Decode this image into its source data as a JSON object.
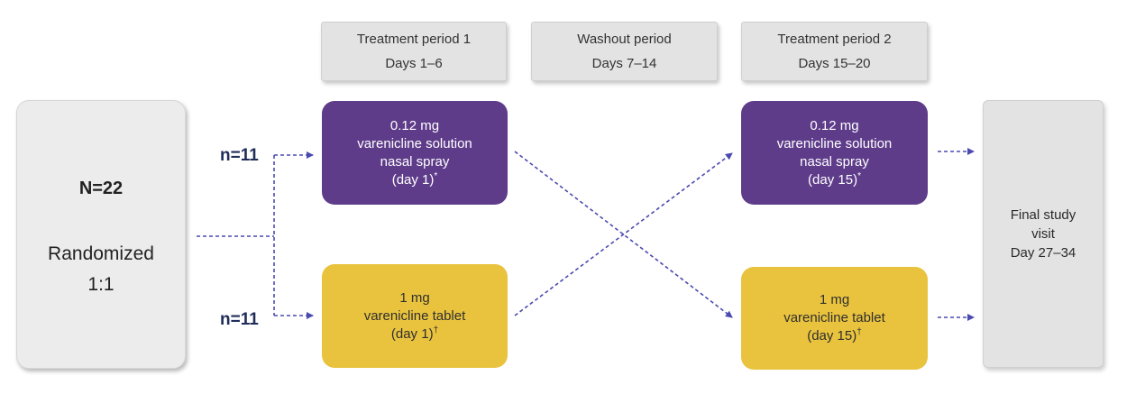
{
  "periods": [
    {
      "title": "Treatment period 1",
      "days": "Days 1–6"
    },
    {
      "title": "Washout period",
      "days": "Days 7–14"
    },
    {
      "title": "Treatment period 2",
      "days": "Days 15–20"
    }
  ],
  "randomization": {
    "total": "N=22",
    "label": "Randomized",
    "ratio": "1:1"
  },
  "groups": {
    "top_n": "n=11",
    "bottom_n": "n=11"
  },
  "treatments": {
    "p1_top": {
      "dose": "0.12 mg",
      "line2": "varenicline solution",
      "line3": "nasal spray",
      "day": "(day 1)",
      "mark": "*"
    },
    "p1_bottom": {
      "dose": "1 mg",
      "line2": "varenicline tablet",
      "day": "(day 1)",
      "mark": "†"
    },
    "p2_top": {
      "dose": "0.12 mg",
      "line2": "varenicline solution",
      "line3": "nasal spray",
      "day": "(day 15)",
      "mark": "*"
    },
    "p2_bottom": {
      "dose": "1 mg",
      "line2": "varenicline tablet",
      "day": "(day 15)",
      "mark": "†"
    }
  },
  "final_visit": {
    "line1": "Final study",
    "line2": "visit",
    "line3": "Day 27–34"
  },
  "colors": {
    "purple": "#5e3c8a",
    "yellow": "#e9c33e",
    "arrow": "#4a4ab0",
    "n_label": "#1f2d5a"
  }
}
